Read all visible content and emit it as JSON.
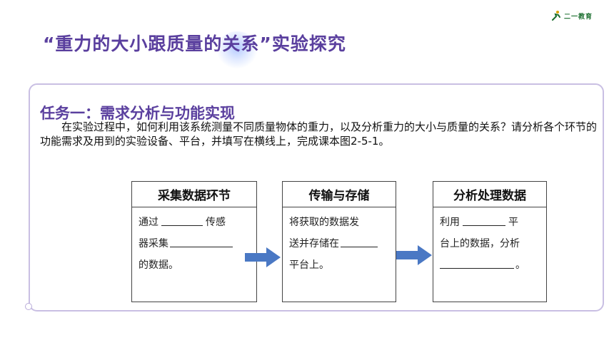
{
  "logo": {
    "text": "二一教育"
  },
  "title": "“重力的大小跟质量的关系”实验探究",
  "task": {
    "title": "任务一：需求分析与功能实现",
    "description": "在实验过程中，如何利用该系统测量不同质量物体的重力，以及分析重力的大小与质量的关系？请分析各个环节的功能需求及用到的实验设备、平台，并填写在横线上，完成课本图2-5-1。"
  },
  "flow": [
    {
      "header": "采集数据环节",
      "line1_before": "通过",
      "line1_after": "传感",
      "line2_before": "器采集",
      "line3": "的数据。"
    },
    {
      "header": "传输与存储",
      "line1": "将获取的数据发",
      "line2_before": "送并存储在",
      "line3": "平台上。"
    },
    {
      "header": "分析处理数据",
      "line1_before": "利用",
      "line1_after": "平",
      "line2": "台上的数据，分析",
      "line3_after": "。"
    }
  ],
  "colors": {
    "title": "#5a3f9e",
    "panel_border": "#c9bfe3",
    "arrow": "#4a78c4"
  }
}
